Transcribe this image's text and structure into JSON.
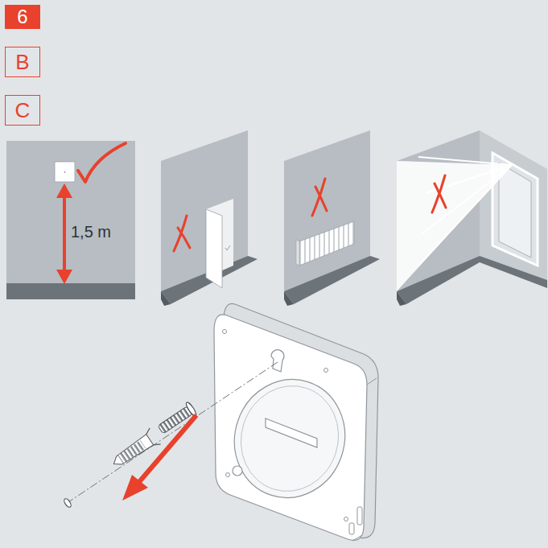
{
  "diagram": {
    "nodes": [
      {
        "text": [
          "6"
        ]
      },
      {
        "text": [
          "B"
        ]
      },
      {
        "text": [
          "C"
        ]
      }
    ],
    "labels": [
      "1,5 m"
    ]
  }
}
